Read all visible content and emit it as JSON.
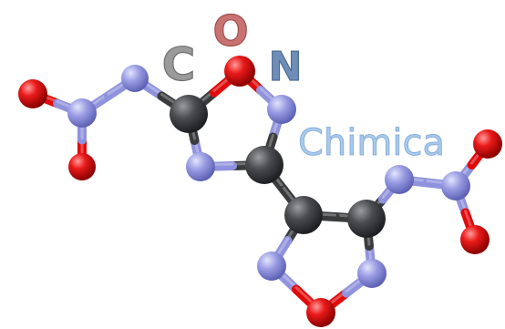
{
  "logo": {
    "letter_c": "C",
    "letter_o": "O",
    "letter_n": "N",
    "word": "Chimica"
  },
  "colors": {
    "background": "#ffffff",
    "carbon": "#3a3b3d",
    "nitrogen": "#8f92dc",
    "oxygen": "#e00a0a",
    "letter_c": "#9a9a9a",
    "letter_o": "#c97272",
    "letter_n": "#6f8eb7",
    "word": "#a9c9ec"
  }
}
